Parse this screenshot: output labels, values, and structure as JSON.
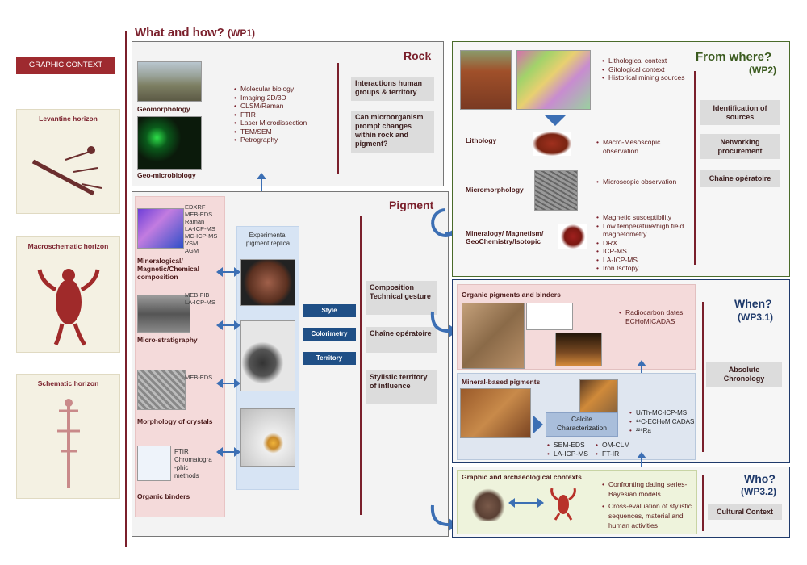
{
  "left": {
    "graphic_context": "GRAPHIC CONTEXT",
    "horizons": [
      "Levantine horizon",
      "Macroschematic horizon",
      "Schematic horizon"
    ]
  },
  "header": {
    "title": "What and how?",
    "wp": "(WP1)"
  },
  "rock": {
    "title": "Rock",
    "geomorphology": "Geomorphology",
    "geomicrobiology": "Geo-microbiology",
    "methods": [
      "Molecular biology",
      "Imaging 2D/3D",
      "CLSM/Raman",
      "FTIR",
      "Laser Microdissection",
      "TEM/SEM",
      "Petrography"
    ],
    "questions": [
      "Interactions human groups & territory",
      "Can microorganism prompt changes within rock and pigment?"
    ]
  },
  "pigment": {
    "title": "Pigment",
    "mineral_methods": [
      "EDXRF",
      "MEB-EDS",
      "Raman",
      "LA-ICP-MS",
      "MC-ICP-MS",
      "VSM",
      "AGM"
    ],
    "mineral_label": "Mineralogical/ Magnetic/Chemical composition",
    "micro_methods": [
      "MEB-FIB",
      "LA-ICP-MS"
    ],
    "micro_label": "Micro-stratigraphy",
    "crystal_methods": [
      "MEB-EDS"
    ],
    "crystal_label": "Morphology of crystals",
    "organic_methods": [
      "FTIR",
      "Chromatogra",
      "-phic",
      "methods"
    ],
    "organic_label": "Organic binders",
    "replica_title": "Experimental pigment replica",
    "buttons": [
      "Style",
      "Colorimetry",
      "Territory"
    ],
    "boxes": [
      "Composition Technical gesture",
      "Chaîne opératoire",
      "Stylistic territory of influence"
    ]
  },
  "from_where": {
    "title": "From where?",
    "wp": "(WP2)",
    "top_list": [
      "Lithological context",
      "Gitological context",
      "Historical mining sources"
    ],
    "lithology": "Lithology",
    "lithology_list": [
      "Macro-Mesoscopic observation"
    ],
    "micromorphology": "Micromorphology",
    "micromorphology_list": [
      "Microscopic observation"
    ],
    "mineralogy": "Mineralogy/ Magnetism/ GeoChemistry/Isotopic",
    "mineralogy_list": [
      "Magnetic susceptibility",
      "Low temperature/high field magnetometry",
      "DRX",
      "ICP-MS",
      "LA-ICP-MS",
      "Iron Isotopy"
    ],
    "boxes": [
      "Identification of sources",
      "Networking procurement",
      "Chaîne opératoire"
    ]
  },
  "when": {
    "title": "When?",
    "wp": "(WP3.1)",
    "organic_title": "Organic pigments and binders",
    "organic_list": [
      "Radiocarbon dates ECHoMICADAS"
    ],
    "mineral_title": "Mineral-based pigments",
    "calcite": "Calcite Characterization",
    "mineral_list": [
      "U/Th-MC-ICP-MS",
      "¹⁴C-ECHoMICADAS",
      "²²⁶Ra"
    ],
    "bottom_left": [
      "SEM-EDS",
      "LA-ICP-MS"
    ],
    "bottom_right": [
      "OM-CLM",
      "FT-IR"
    ],
    "box": "Absolute Chronology"
  },
  "who": {
    "title": "Who?",
    "wp": "(WP3.2)",
    "section_title": "Graphic and archaeological contexts",
    "list": [
      "Confronting dating series-Bayesian models",
      "Cross-evaluation of stylistic sequences, material and human activities"
    ],
    "box": "Cultural Context"
  },
  "colors": {
    "maroon": "#7a1f2b",
    "navy": "#1f3a6b",
    "green": "#3a5a1e",
    "button_blue": "#1f4f86",
    "arrow_blue": "#3c6fb4"
  }
}
